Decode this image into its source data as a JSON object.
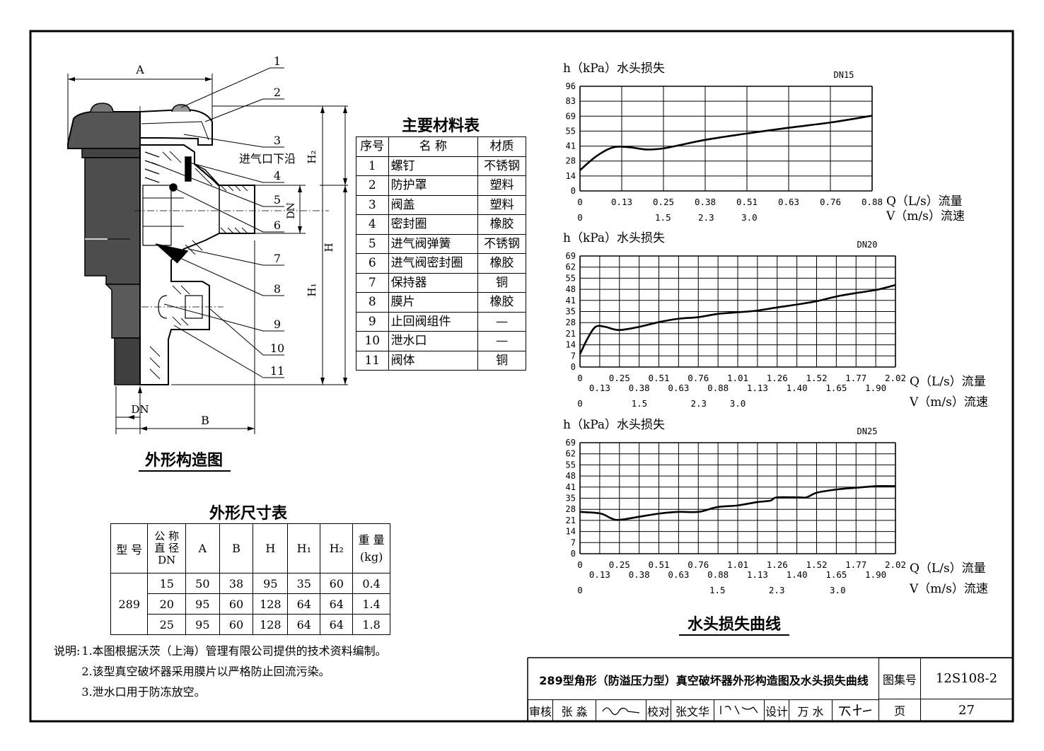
{
  "parts_table": {
    "title": "主要材料表",
    "headers": [
      "序号",
      "名 称",
      "材质"
    ],
    "rows": [
      [
        "1",
        "螺钉",
        "不锈钢"
      ],
      [
        "2",
        "防护罩",
        "塑料"
      ],
      [
        "3",
        "阀盖",
        "塑料"
      ],
      [
        "4",
        "密封圈",
        "橡胶"
      ],
      [
        "5",
        "进气阀弹簧",
        "不锈钢"
      ],
      [
        "6",
        "进气阀密封圈",
        "橡胶"
      ],
      [
        "7",
        "保持器",
        "铜"
      ],
      [
        "8",
        "膜片",
        "橡胶"
      ],
      [
        "9",
        "止回阀组件",
        "—"
      ],
      [
        "10",
        "泄水口",
        "—"
      ],
      [
        "11",
        "阀体",
        "铜"
      ]
    ]
  },
  "drawing": {
    "title": "外形构造图",
    "dim_A": "A",
    "dim_B": "B",
    "dim_H": "H",
    "dim_H1": "H₁",
    "dim_H2": "H₂",
    "dim_DN": "DN",
    "dim_DN_bottom": "DN",
    "inlet_label": "进气口下沿",
    "callouts": [
      "1",
      "2",
      "3",
      "4",
      "5",
      "6",
      "7",
      "8",
      "9",
      "10",
      "11"
    ]
  },
  "dims_table": {
    "title": "外形尺寸表",
    "h_model": "型 号",
    "h_dn": "公 称直 径DN",
    "h_A": "A",
    "h_B": "B",
    "h_H": "H",
    "h_H1": "H₁",
    "h_H2": "H₂",
    "h_weight": "重 量(kg)",
    "model": "289",
    "rows": [
      [
        "15",
        "50",
        "38",
        "95",
        "35",
        "60",
        "0.4"
      ],
      [
        "20",
        "95",
        "60",
        "128",
        "64",
        "64",
        "1.4"
      ],
      [
        "25",
        "95",
        "60",
        "128",
        "64",
        "64",
        "1.8"
      ]
    ]
  },
  "notes": {
    "label": "说明:",
    "items": [
      "1.本图根据沃茨（上海）管理有限公司提供的技术资料编制。",
      "2.该型真空破坏器采用膜片以严格防止回流污染。",
      "3.泄水口用于防冻放空。"
    ]
  },
  "curves_title": "水头损失曲线",
  "chart_data": [
    {
      "type": "line",
      "title": "DN15",
      "ylabel": "h（kPa）水头损失",
      "xlabel": "Q（L/s）流量",
      "x2label": "V（m/s）流速",
      "yticks": [
        0,
        14,
        28,
        41,
        55,
        69,
        83,
        96
      ],
      "ylim": [
        0,
        96
      ],
      "xticks": [
        "0",
        "0.13",
        "0.25",
        "0.38",
        "0.51",
        "0.63",
        "0.76",
        "0.88"
      ],
      "xlim": [
        0,
        0.88
      ],
      "vticks": [
        {
          "v": "0",
          "q": 0
        },
        {
          "v": "1.5",
          "q": 0.25
        },
        {
          "v": "2.3",
          "q": 0.38
        },
        {
          "v": "3.0",
          "q": 0.51
        }
      ],
      "grid": {
        "vlines": 7,
        "hlines": 7
      },
      "series": [
        {
          "x": [
            0,
            0.05,
            0.1,
            0.15,
            0.2,
            0.25,
            0.3,
            0.38,
            0.51,
            0.63,
            0.76,
            0.88
          ],
          "y": [
            19,
            32,
            40,
            40,
            38,
            39,
            42,
            47,
            53,
            58,
            63,
            69
          ]
        }
      ]
    },
    {
      "type": "line",
      "title": "DN20",
      "ylabel": "h（kPa）水头损失",
      "xlabel": "Q（L/s）流量",
      "x2label": "V（m/s）流速",
      "yticks": [
        0,
        7,
        14,
        21,
        28,
        35,
        41,
        48,
        55,
        62,
        69
      ],
      "ylim": [
        0,
        69
      ],
      "xticks": [
        "0",
        "0.13",
        "0.25",
        "0.38",
        "0.51",
        "0.63",
        "0.76",
        "0.88",
        "1.01",
        "1.13",
        "1.26",
        "1.40",
        "1.52",
        "1.65",
        "1.77",
        "1.90",
        "2.02"
      ],
      "xlim": [
        0,
        2.02
      ],
      "vticks": [
        {
          "v": "0",
          "q": 0
        },
        {
          "v": "1.5",
          "q": 0.38
        },
        {
          "v": "2.3",
          "q": 0.76
        },
        {
          "v": "3.0",
          "q": 1.01
        }
      ],
      "grid": {
        "vlines": 16,
        "hlines": 10
      },
      "series": [
        {
          "x": [
            0,
            0.05,
            0.1,
            0.16,
            0.25,
            0.38,
            0.51,
            0.63,
            0.76,
            0.88,
            1.01,
            1.13,
            1.26,
            1.4,
            1.52,
            1.65,
            1.77,
            1.9,
            2.02
          ],
          "y": [
            8,
            18,
            25,
            25,
            23,
            25,
            28,
            30,
            31,
            33,
            34,
            35,
            37,
            39,
            41,
            44,
            46,
            48,
            51
          ]
        }
      ]
    },
    {
      "type": "line",
      "title": "DN25",
      "ylabel": "h（kPa）水头损失",
      "xlabel": "Q（L/s）流量",
      "x2label": "V（m/s）流速",
      "yticks": [
        0,
        7,
        14,
        21,
        28,
        35,
        41,
        48,
        55,
        62,
        69
      ],
      "ylim": [
        0,
        69
      ],
      "xticks": [
        "0",
        "0.13",
        "0.25",
        "0.38",
        "0.51",
        "0.63",
        "0.76",
        "0.88",
        "1.01",
        "1.13",
        "1.26",
        "1.40",
        "1.52",
        "1.65",
        "1.77",
        "1.90",
        "2.02"
      ],
      "xlim": [
        0,
        2.02
      ],
      "vticks": [
        {
          "v": "0",
          "q": 0
        },
        {
          "v": "1.5",
          "q": 0.88
        },
        {
          "v": "2.3",
          "q": 1.26
        },
        {
          "v": "3.0",
          "q": 1.65
        }
      ],
      "grid": {
        "vlines": 16,
        "hlines": 10
      },
      "series": [
        {
          "x": [
            0,
            0.13,
            0.2,
            0.25,
            0.38,
            0.51,
            0.63,
            0.76,
            0.88,
            1.01,
            1.13,
            1.22,
            1.26,
            1.4,
            1.45,
            1.52,
            1.65,
            1.77,
            1.9,
            2.02
          ],
          "y": [
            26,
            25,
            22,
            21,
            23,
            25,
            26,
            26,
            29,
            30,
            32,
            33,
            35,
            35,
            35,
            38,
            40,
            41,
            42,
            42
          ]
        }
      ]
    }
  ],
  "title_block": {
    "title": "289型角形（防溢压力型）真空破坏器外形构造图及水头损失曲线",
    "atlas_label": "图集号",
    "atlas_no": "12S108-2",
    "page_label": "页",
    "page_no": "27",
    "review_label": "审核",
    "reviewer": "张 淼",
    "check_label": "校对",
    "checker": "张文华",
    "design_label": "设计",
    "designer": "万 水"
  }
}
